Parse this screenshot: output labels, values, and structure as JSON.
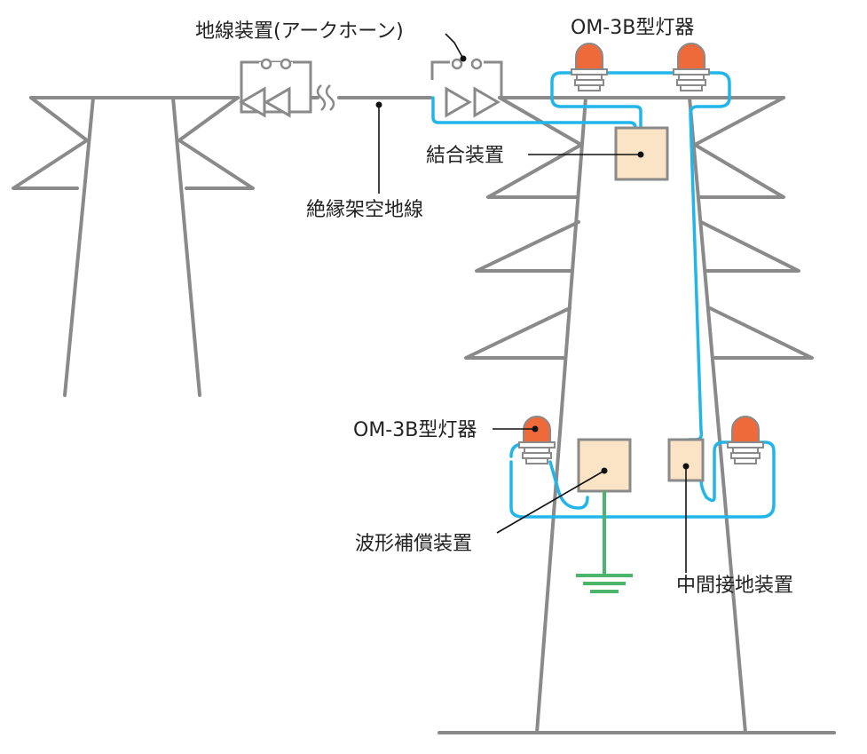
{
  "labels": {
    "ground_device": "地線装置(アークホーン)",
    "lamp_top": "OM-3B型灯器",
    "coupling_device": "結合装置",
    "insulated_ground_wire": "絶縁架空地線",
    "lamp_left": "OM-3B型灯器",
    "wave_compensation": "波形補償装置",
    "intermediate_grounding": "中間接地装置"
  },
  "colors": {
    "tower": "#8a8a8a",
    "cable": "#21b5ea",
    "ground": "#4cb56c",
    "lamp": "#ee6a3a",
    "box": "#fbe3c6"
  },
  "icons": [
    "aviation-lamp-icon",
    "arc-horn-icon",
    "ground-symbol-icon"
  ]
}
